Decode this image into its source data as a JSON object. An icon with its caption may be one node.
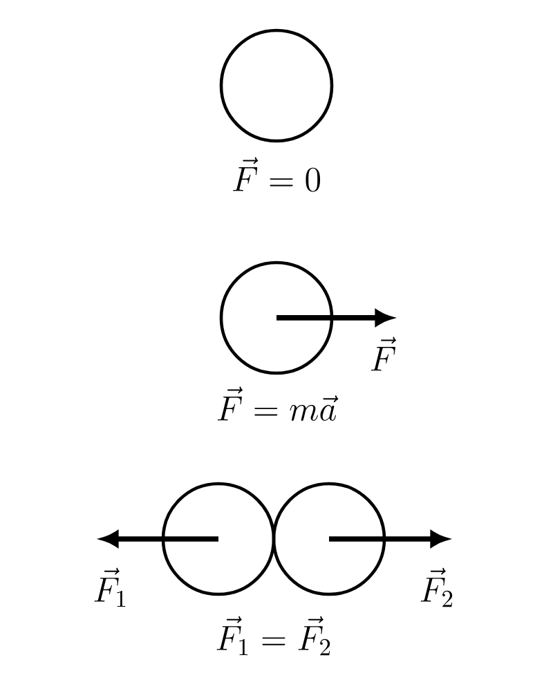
{
  "diagram": {
    "nodes": [
      {
        "text": [],
        "shape": "circle",
        "beside": [
          "\\vec{F} = 0"
        ]
      },
      {
        "text": [],
        "shape": "circle",
        "beside": [
          "\\vec{F} = m\\vec{a}"
        ]
      },
      {
        "text": [],
        "shape": "circle"
      },
      {
        "text": [],
        "shape": "circle"
      }
    ],
    "labels": [
      "\\vec{F}",
      "\\vec{F}_1",
      "\\vec{F}_2",
      "\\vec{F}_1 = \\vec{F}_2"
    ]
  }
}
